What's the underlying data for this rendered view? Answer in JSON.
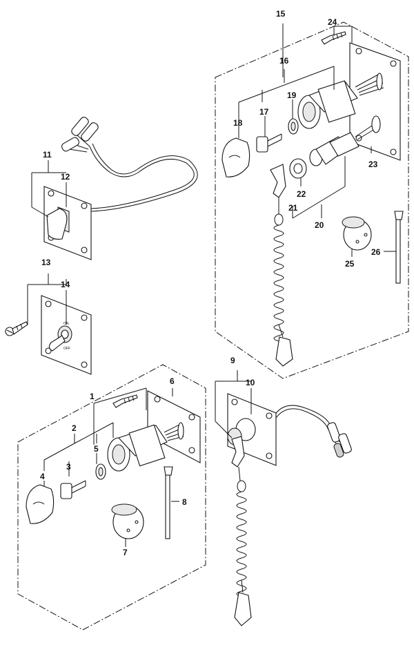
{
  "callouts": {
    "c1": "1",
    "c2": "2",
    "c3": "3",
    "c4": "4",
    "c5": "5",
    "c6": "6",
    "c7": "7",
    "c8": "8",
    "c9": "9",
    "c10": "10",
    "c11": "11",
    "c12": "12",
    "c13": "13",
    "c14": "14",
    "c15": "15",
    "c16": "16",
    "c17": "17",
    "c18": "18",
    "c19": "19",
    "c20": "20",
    "c21": "21",
    "c22": "22",
    "c23": "23",
    "c24": "24",
    "c25": "25",
    "c26": "26"
  },
  "switch_text": {
    "on": "ON",
    "off": "OFF"
  }
}
